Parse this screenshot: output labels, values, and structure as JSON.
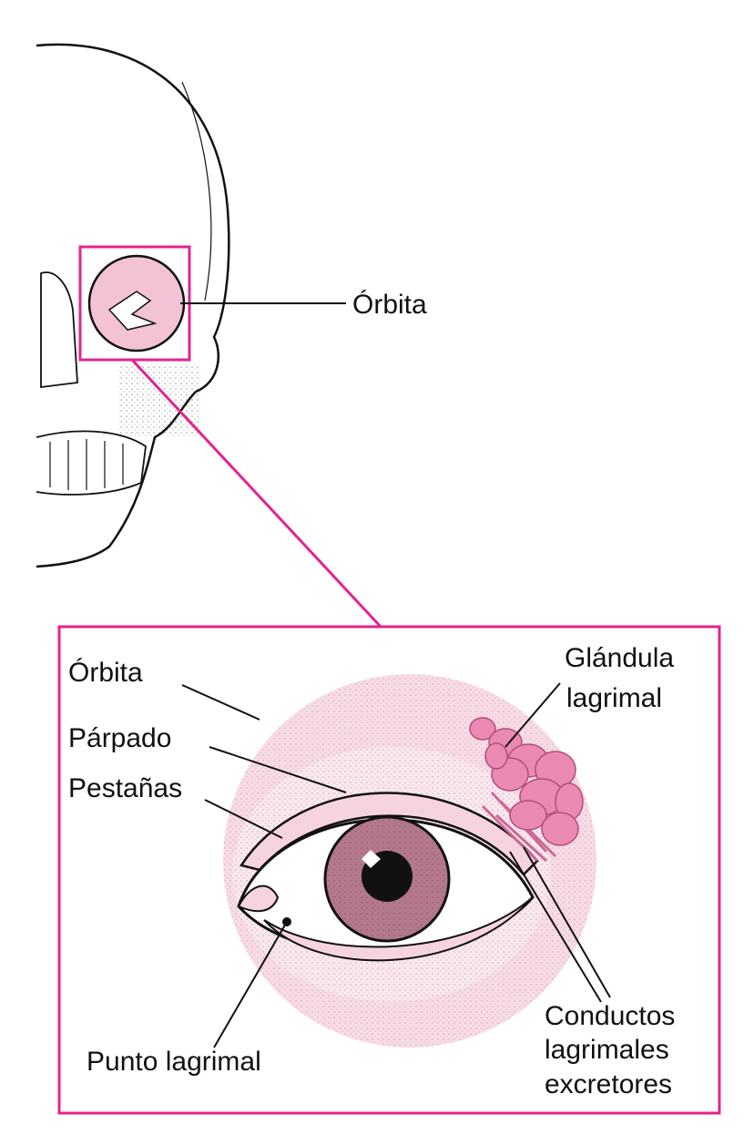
{
  "labels": {
    "orbit_skull": "Órbita",
    "orbit": "Órbita",
    "eyelid": "Párpado",
    "eyelashes": "Pestañas",
    "gland_line1": "Glándula",
    "gland_line2": "lagrimal",
    "punctum": "Punto lagrimal",
    "ducts_line1": "Conductos",
    "ducts_line2": "lagrimales",
    "ducts_line3": "excretores"
  },
  "colors": {
    "accent": "#e3238f",
    "orbit_pink": "#f8dbe5",
    "iris": "#b5788f",
    "gland": "#ea8ab3"
  }
}
